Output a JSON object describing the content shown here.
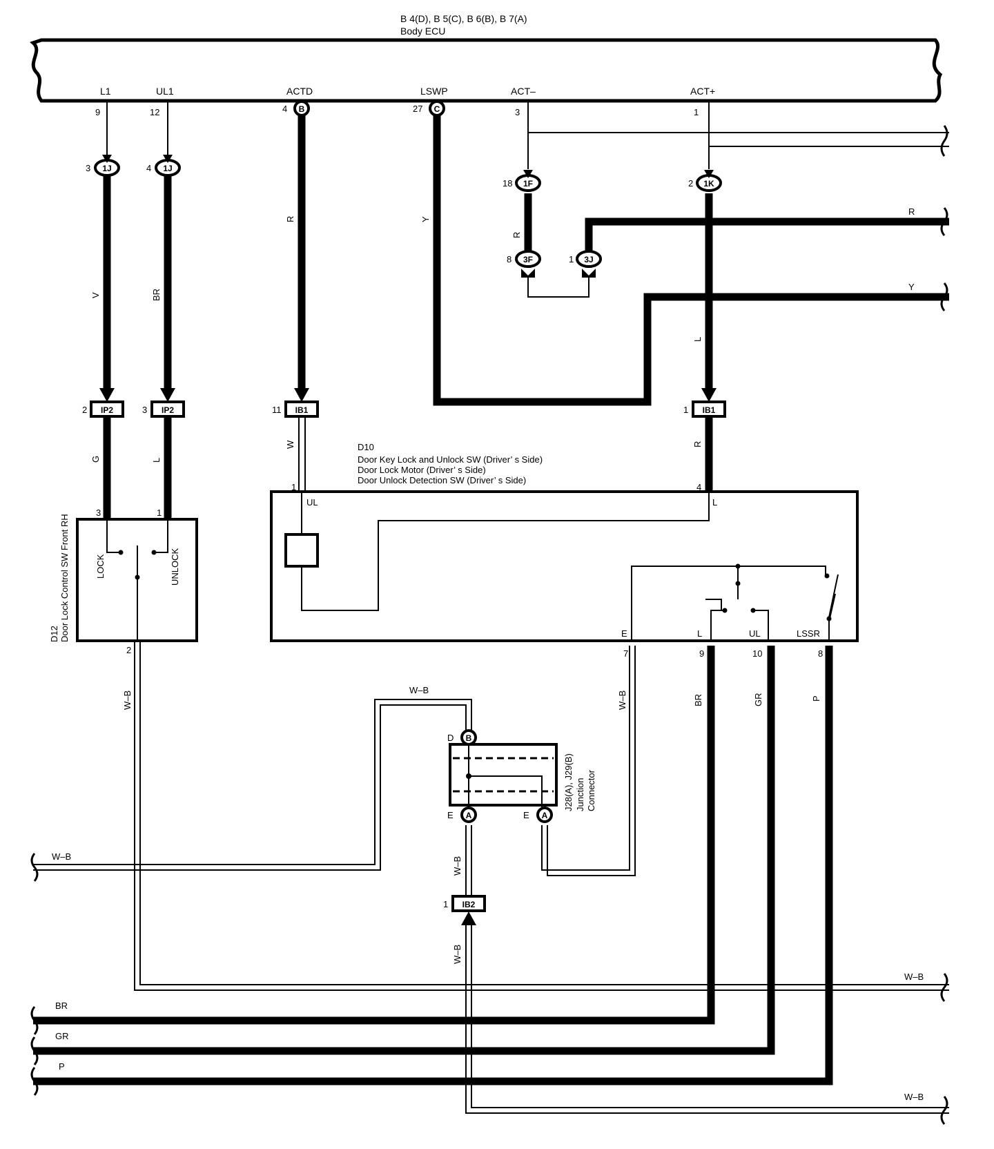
{
  "ecu": {
    "connectors": "B 4(D), B 5(C), B 6(B), B 7(A)",
    "name": "Body ECU",
    "terminals": [
      {
        "label": "L1",
        "pin": "9"
      },
      {
        "label": "UL1",
        "pin": "12"
      },
      {
        "label": "ACTD",
        "pin": "4",
        "conn": "B"
      },
      {
        "label": "LSWP",
        "pin": "27",
        "conn": "C"
      },
      {
        "label": "ACT–",
        "pin": "3"
      },
      {
        "label": "ACT+",
        "pin": "1"
      }
    ]
  },
  "connectors": {
    "j1a": {
      "pin": "3",
      "id": "1J"
    },
    "j1b": {
      "pin": "4",
      "id": "1J"
    },
    "f1": {
      "pin": "18",
      "id": "1F"
    },
    "k1": {
      "pin": "2",
      "id": "1K"
    },
    "f3": {
      "pin": "8",
      "id": "3F"
    },
    "j3": {
      "pin": "1",
      "id": "3J"
    },
    "ip2a": {
      "pin": "2",
      "id": "IP2"
    },
    "ip2b": {
      "pin": "3",
      "id": "IP2"
    },
    "ib1a": {
      "pin": "11",
      "id": "IB1"
    },
    "ib1b": {
      "pin": "1",
      "id": "IB1"
    },
    "ib2": {
      "pin": "1",
      "id": "IB2"
    }
  },
  "wire_colors": {
    "v": "V",
    "br": "BR",
    "r_actd": "R",
    "y_lswp": "Y",
    "r_f": "R",
    "l_k": "L",
    "g": "G",
    "l_ip": "L",
    "w": "W",
    "r_ib": "R",
    "wb_d12": "W–B",
    "wb_top": "W–B",
    "wb_e": "W–B",
    "wb_ib2a": "W–B",
    "wb_ib2b": "W–B",
    "br_d10": "BR",
    "gr_d10": "GR",
    "p_d10": "P"
  },
  "right_exits": [
    "R",
    "Y",
    "W–B",
    "W–B"
  ],
  "left_exits": [
    "W–B",
    "BR",
    "GR",
    "P"
  ],
  "d12": {
    "code": "D12",
    "name": "Door Lock Control SW Front RH",
    "lock": "LOCK",
    "unlock": "UNLOCK",
    "pin_lock": "3",
    "pin_unlock": "1",
    "pin_ground": "2"
  },
  "d10": {
    "code": "D10",
    "line1": "Door Key Lock and Unlock SW (Driver’ s Side)",
    "line2": "Door Lock Motor (Driver’ s Side)",
    "line3": "Door Unlock Detection SW (Driver’ s Side)",
    "pin_ul": "1",
    "label_ul": "UL",
    "pin_l": "4",
    "label_l": "L",
    "pin_e": "7",
    "label_e": "E",
    "pin_l2": "9",
    "label_l2": "L",
    "pin_ul2": "10",
    "label_ul2": "UL",
    "pin_lssr": "8",
    "label_lssr": "LSSR"
  },
  "junction": {
    "codes": "J28(A), J29(B)",
    "name1": "Junction",
    "name2": "Connector",
    "top_pin": "D",
    "top_conn": "B",
    "left_pin": "E",
    "left_conn": "A",
    "right_pin": "E",
    "right_conn": "A"
  }
}
